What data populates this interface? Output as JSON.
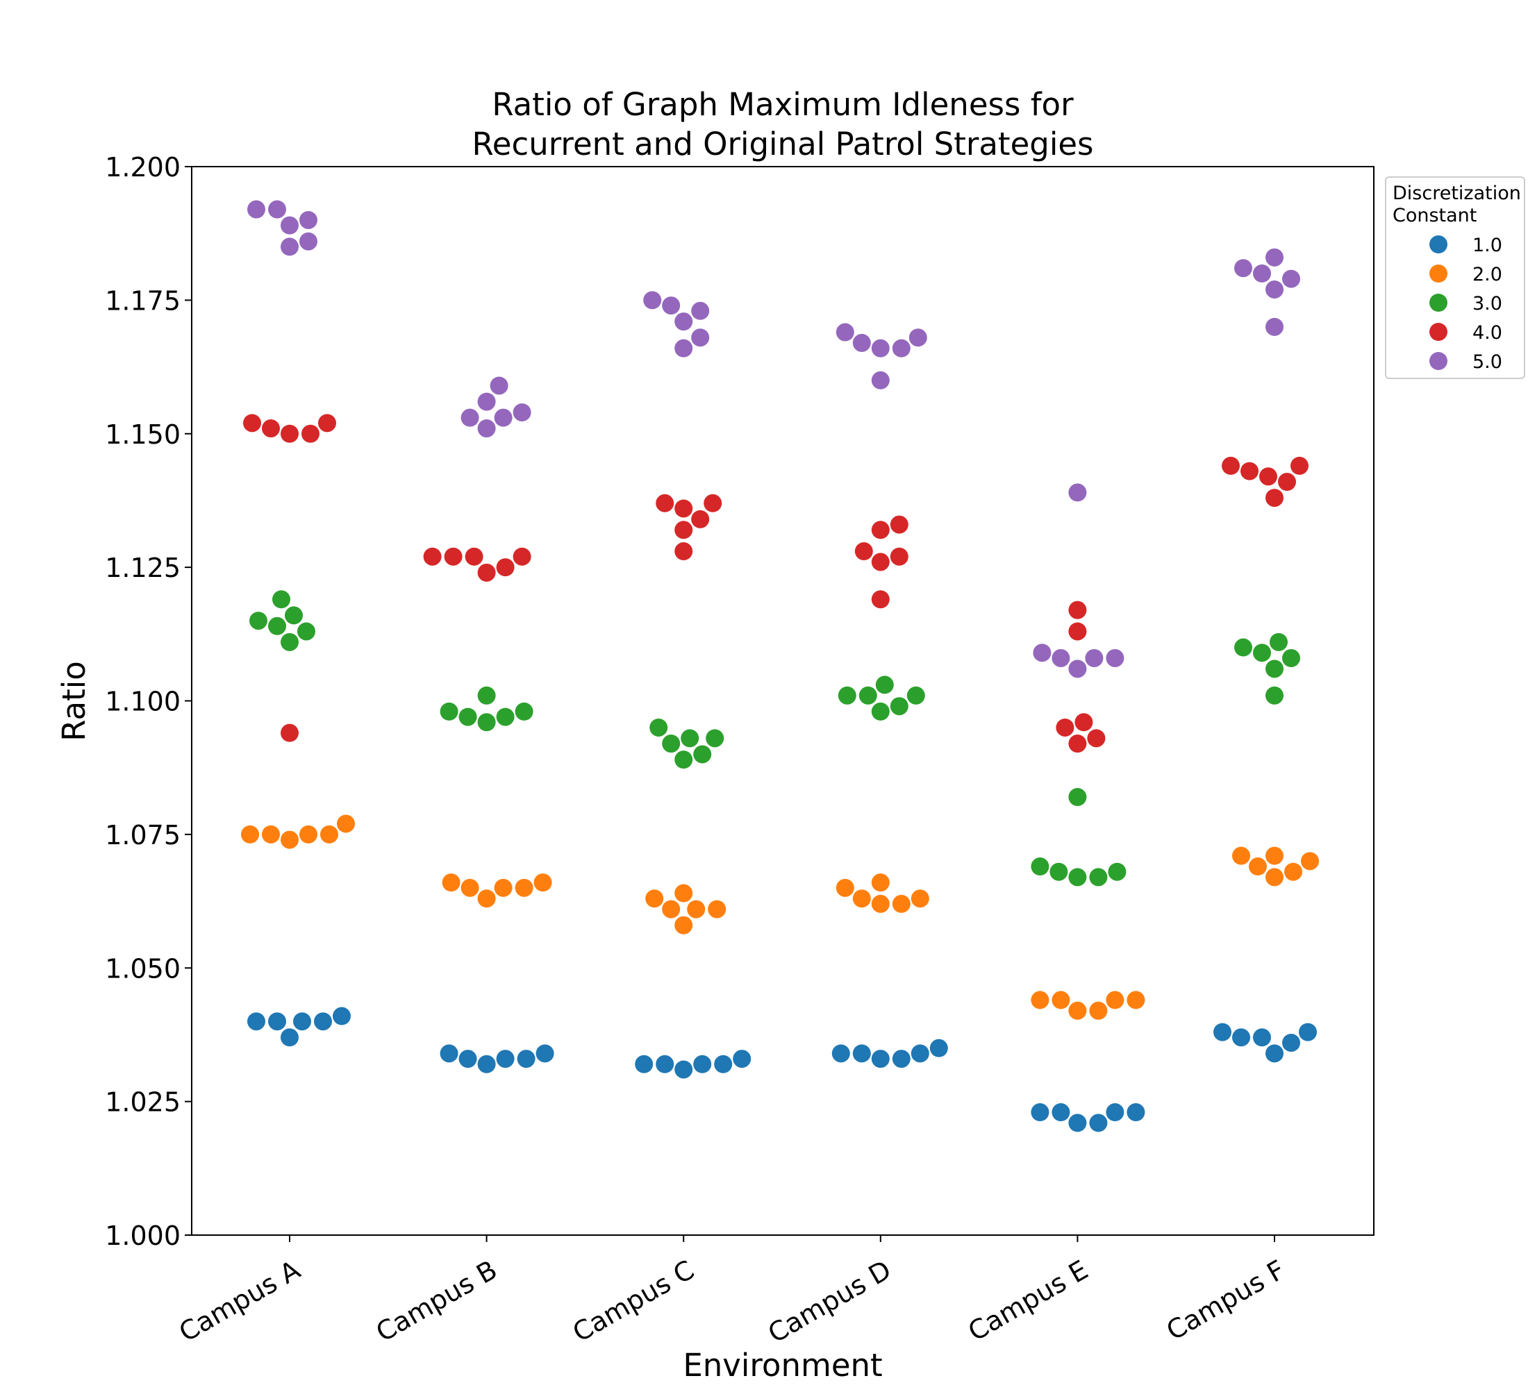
{
  "chart_data": {
    "type": "scatter",
    "title": "Ratio of Graph Maximum Idleness for\nRecurrent and Original Patrol Strategies",
    "xlabel": "Environment",
    "ylabel": "Ratio",
    "categories": [
      "Campus A",
      "Campus B",
      "Campus C",
      "Campus D",
      "Campus E",
      "Campus F"
    ],
    "ylim": [
      1.0,
      1.2
    ],
    "yticks": [
      "1.000",
      "1.025",
      "1.050",
      "1.075",
      "1.100",
      "1.125",
      "1.150",
      "1.175",
      "1.200"
    ],
    "grid": false,
    "legend": {
      "title": "Discretization\n Constant",
      "placement": "outside-top-right"
    },
    "series": [
      {
        "name": "1.0",
        "color": "#1f77b4",
        "points": [
          {
            "x": "Campus A",
            "y": [
              1.041,
              1.04,
              1.04,
              1.037,
              1.04,
              1.04
            ]
          },
          {
            "x": "Campus B",
            "y": [
              1.034,
              1.033,
              1.033,
              1.032,
              1.033,
              1.034
            ]
          },
          {
            "x": "Campus C",
            "y": [
              1.033,
              1.032,
              1.032,
              1.031,
              1.032,
              1.032
            ]
          },
          {
            "x": "Campus D",
            "y": [
              1.035,
              1.034,
              1.033,
              1.033,
              1.034,
              1.034
            ]
          },
          {
            "x": "Campus E",
            "y": [
              1.023,
              1.023,
              1.021,
              1.021,
              1.023,
              1.023
            ]
          },
          {
            "x": "Campus F",
            "y": [
              1.038,
              1.036,
              1.034,
              1.037,
              1.037,
              1.038
            ]
          }
        ]
      },
      {
        "name": "2.0",
        "color": "#ff7f0e",
        "points": [
          {
            "x": "Campus A",
            "y": [
              1.077,
              1.075,
              1.075,
              1.074,
              1.075,
              1.075
            ]
          },
          {
            "x": "Campus B",
            "y": [
              1.066,
              1.065,
              1.065,
              1.063,
              1.065,
              1.066
            ]
          },
          {
            "x": "Campus C",
            "y": [
              1.061,
              1.061,
              1.064,
              1.058,
              1.061,
              1.063
            ]
          },
          {
            "x": "Campus D",
            "y": [
              1.063,
              1.062,
              1.066,
              1.062,
              1.063,
              1.065
            ]
          },
          {
            "x": "Campus E",
            "y": [
              1.044,
              1.044,
              1.042,
              1.042,
              1.044,
              1.044
            ]
          },
          {
            "x": "Campus F",
            "y": [
              1.07,
              1.068,
              1.071,
              1.067,
              1.069,
              1.071
            ]
          }
        ]
      },
      {
        "name": "3.0",
        "color": "#2ca02c",
        "points": [
          {
            "x": "Campus A",
            "y": [
              1.113,
              1.116,
              1.111,
              1.119,
              1.114,
              1.115
            ]
          },
          {
            "x": "Campus B",
            "y": [
              1.098,
              1.097,
              1.101,
              1.096,
              1.097,
              1.098
            ]
          },
          {
            "x": "Campus C",
            "y": [
              1.095,
              1.09,
              1.093,
              1.089,
              1.092,
              1.093
            ]
          },
          {
            "x": "Campus D",
            "y": [
              1.101,
              1.099,
              1.103,
              1.098,
              1.101,
              1.101
            ]
          },
          {
            "x": "Campus E",
            "y": [
              1.068,
              1.067,
              1.082,
              1.067,
              1.068,
              1.069
            ]
          },
          {
            "x": "Campus F",
            "y": [
              1.108,
              1.111,
              1.106,
              1.101,
              1.109,
              1.11
            ]
          }
        ]
      },
      {
        "name": "4.0",
        "color": "#d62728",
        "points": [
          {
            "x": "Campus A",
            "y": [
              1.152,
              1.15,
              1.15,
              1.094,
              1.151,
              1.152
            ]
          },
          {
            "x": "Campus B",
            "y": [
              1.127,
              1.125,
              1.124,
              1.127,
              1.127,
              1.127
            ]
          },
          {
            "x": "Campus C",
            "y": [
              1.137,
              1.134,
              1.136,
              1.132,
              1.128,
              1.137
            ]
          },
          {
            "x": "Campus D",
            "y": [
              1.133,
              1.127,
              1.132,
              1.126,
              1.119,
              1.128
            ]
          },
          {
            "x": "Campus E",
            "y": [
              1.093,
              1.096,
              1.117,
              1.113,
              1.092,
              1.095
            ]
          },
          {
            "x": "Campus F",
            "y": [
              1.144,
              1.144,
              1.141,
              1.138,
              1.142,
              1.143
            ]
          }
        ]
      },
      {
        "name": "5.0",
        "color": "#9467bd",
        "points": [
          {
            "x": "Campus A",
            "y": [
              1.19,
              1.186,
              1.189,
              1.185,
              1.192,
              1.192
            ]
          },
          {
            "x": "Campus B",
            "y": [
              1.154,
              1.153,
              1.159,
              1.151,
              1.156,
              1.153
            ]
          },
          {
            "x": "Campus C",
            "y": [
              1.173,
              1.168,
              1.171,
              1.166,
              1.174,
              1.175
            ]
          },
          {
            "x": "Campus D",
            "y": [
              1.168,
              1.166,
              1.166,
              1.16,
              1.167,
              1.169
            ]
          },
          {
            "x": "Campus E",
            "y": [
              1.108,
              1.108,
              1.139,
              1.106,
              1.108,
              1.109
            ]
          },
          {
            "x": "Campus F",
            "y": [
              1.179,
              1.183,
              1.177,
              1.17,
              1.18,
              1.181
            ]
          }
        ]
      }
    ]
  }
}
